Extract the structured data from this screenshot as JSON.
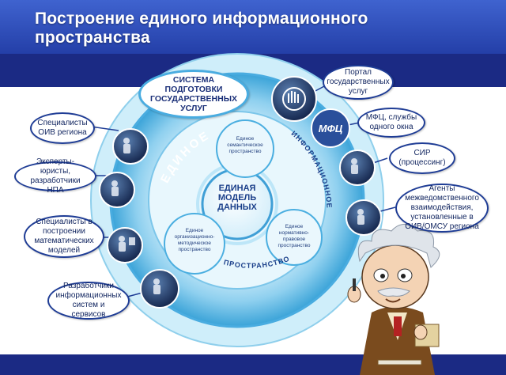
{
  "header": {
    "title": "Построение единого информационного пространства"
  },
  "diagram": {
    "system_bubble": "Система подготовки государственных услуг",
    "center_label": "Единая модель данных",
    "ring_words": [
      "Единое",
      "информационное",
      "пространство"
    ],
    "inner_nodes": [
      "Единое семантическое пространство",
      "Единое организационно-методическое пространство",
      "Единое нормативно-правовое пространство"
    ],
    "left_roles": [
      "Специалисты ОИВ региона",
      "Эксперты-юристы, разработчики НПА",
      "Специалисты в построении математических моделей",
      "Разработчики информационных систем и сервисов"
    ],
    "right_roles": [
      "Портал государственных услуг",
      "МФЦ, службы одного окна",
      "СИР (процессинг)",
      "Агенты межведомственного взаимодействия, установленные в ОИВ/ОМСУ региона"
    ],
    "mfc_logo_text": "МФЦ"
  },
  "colors": {
    "header_bg": "#2e4bb6",
    "header_band": "#1b2a84",
    "ring_outer": "#4fb3e2",
    "ring_light": "#bfe6f8",
    "node_fill": "#eaf7fd",
    "ink": "#10245f"
  },
  "icons": [
    "portal-hand-icon",
    "mfc-logo-icon",
    "specialist-icon",
    "scientist-mascot-icon"
  ]
}
